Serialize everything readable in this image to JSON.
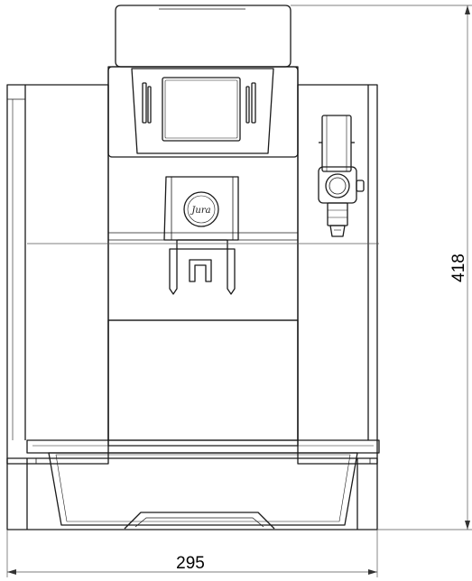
{
  "drawing": {
    "brand_logo_text": "Jura",
    "stroke_color": "#1a1a1a",
    "width_dimension": {
      "value": 295
    },
    "height_dimension": {
      "value": 418
    }
  }
}
